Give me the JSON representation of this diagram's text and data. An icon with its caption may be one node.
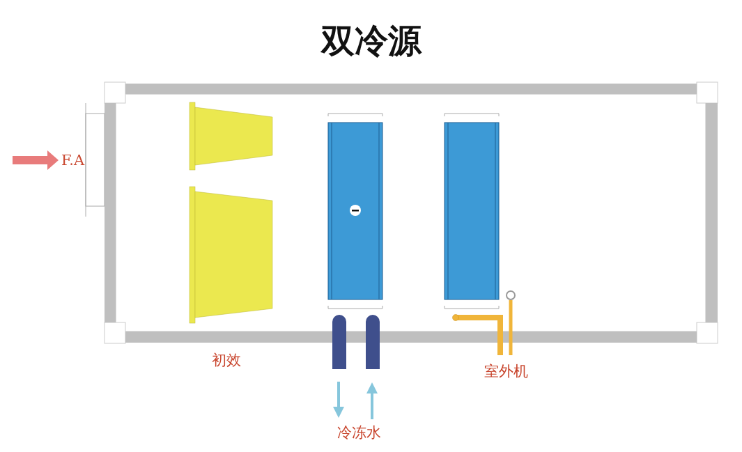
{
  "diagram": {
    "title": "双冷源",
    "labels": [
      "F.A",
      "初效",
      "冷冻水",
      "室外机"
    ]
  }
}
